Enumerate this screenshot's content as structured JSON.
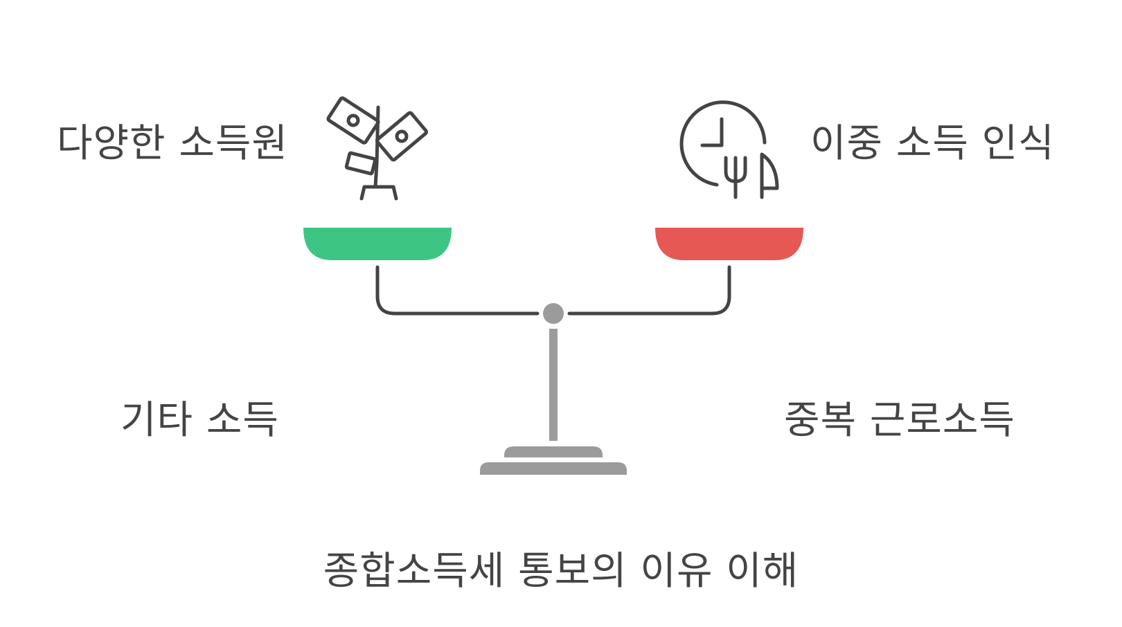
{
  "labels": {
    "top_left": "다양한 소득원",
    "top_right": "이중 소득 인식",
    "bottom_left": "기타 소득",
    "bottom_right": "중복 근로소득",
    "bottom_title": "종합소득세 통보의 이유 이해"
  },
  "icons": {
    "left": "money-plant-icon",
    "right": "clock-with-cutlery-icon"
  },
  "colors": {
    "left_pan": "#3dc683",
    "right_pan": "#e55853",
    "beam": "#444444",
    "stand": "#9b9b9b",
    "text": "#444444"
  }
}
